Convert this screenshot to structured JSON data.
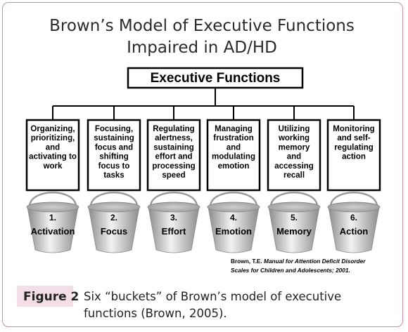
{
  "title_lines": [
    "Brown’s Model of Executive Functions",
    "Impaired in AD/HD"
  ],
  "root_label": "Executive Functions",
  "functions": [
    {
      "lines": [
        "Organizing,",
        "prioritizing,",
        "and",
        "activating to",
        "work"
      ],
      "number": "1.",
      "bucket": "Activation"
    },
    {
      "lines": [
        "Focusing,",
        "sustaining",
        "focus and",
        "shifting",
        "focus to",
        "tasks"
      ],
      "number": "2.",
      "bucket": "Focus"
    },
    {
      "lines": [
        "Regulating",
        "alertness,",
        "sustaining",
        "effort and",
        "processing",
        "speed"
      ],
      "number": "3.",
      "bucket": "Effort"
    },
    {
      "lines": [
        "Managing",
        "frustration",
        "and",
        "modulating",
        "emotion"
      ],
      "number": "4.",
      "bucket": "Emotion"
    },
    {
      "lines": [
        "Utilizing",
        "working",
        "memory",
        "and",
        "accessing",
        "recall"
      ],
      "number": "5.",
      "bucket": "Memory"
    },
    {
      "lines": [
        "Monitoring",
        "and self-",
        "regulating",
        "action"
      ],
      "number": "6.",
      "bucket": "Action"
    }
  ],
  "citation_lines": [
    {
      "pre": "Brown, T.E. ",
      "italic": "Manual for Attention Deficit Disorder"
    },
    {
      "pre": "",
      "italic": "Scales for Children and Adolescents; 2001."
    }
  ],
  "figure_label": "Figure 2",
  "caption": "Six “buckets” of Brown’s model of executive functions (Brown, 2005).",
  "colors": {
    "frame": "#c98fa6",
    "figure_bg": "#f3dde6",
    "bucket_light": "#e6e6e6",
    "bucket_dark": "#8c8c8c"
  }
}
